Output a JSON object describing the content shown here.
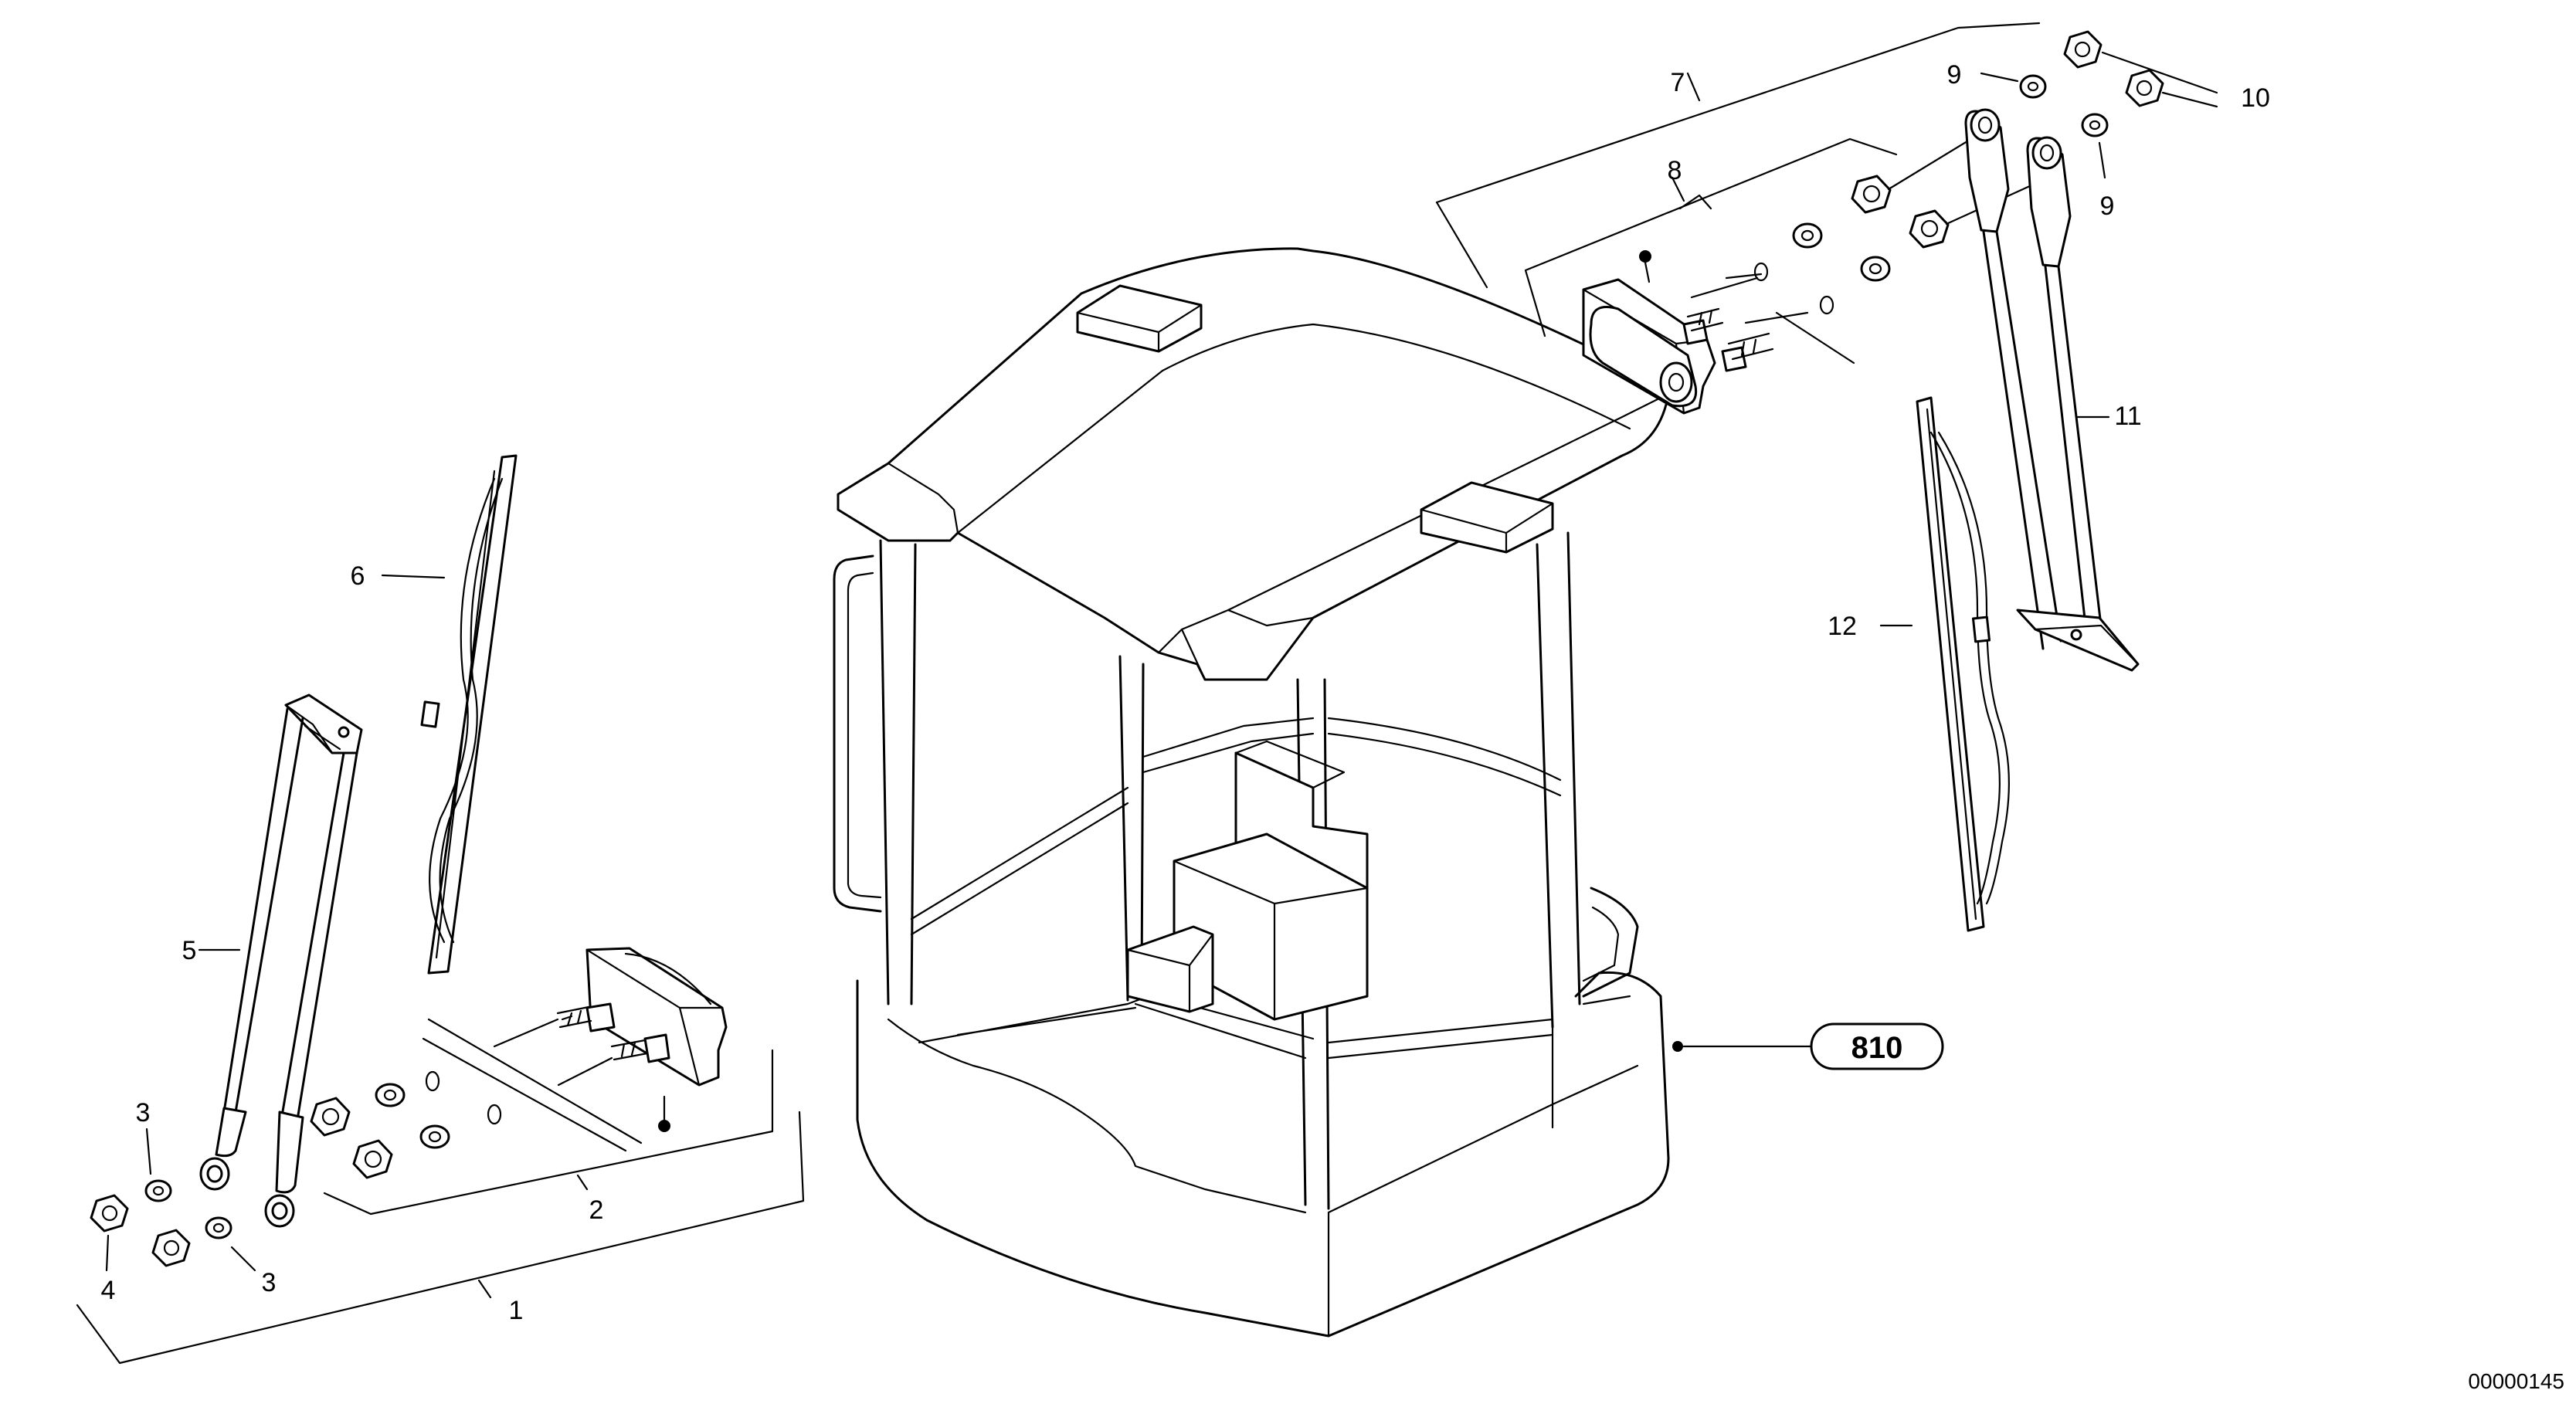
{
  "callouts": {
    "c1": "1",
    "c2": "2",
    "c3a": "3",
    "c3b": "3",
    "c4": "4",
    "c5": "5",
    "c6": "6",
    "c7": "7",
    "c8": "8",
    "c9a": "9",
    "c9b": "9",
    "c10": "10",
    "c11": "11",
    "c12": "12"
  },
  "reference": {
    "group": "810"
  },
  "document_number": "00000145",
  "colors": {
    "ink": "#000000",
    "paper": "#ffffff"
  }
}
